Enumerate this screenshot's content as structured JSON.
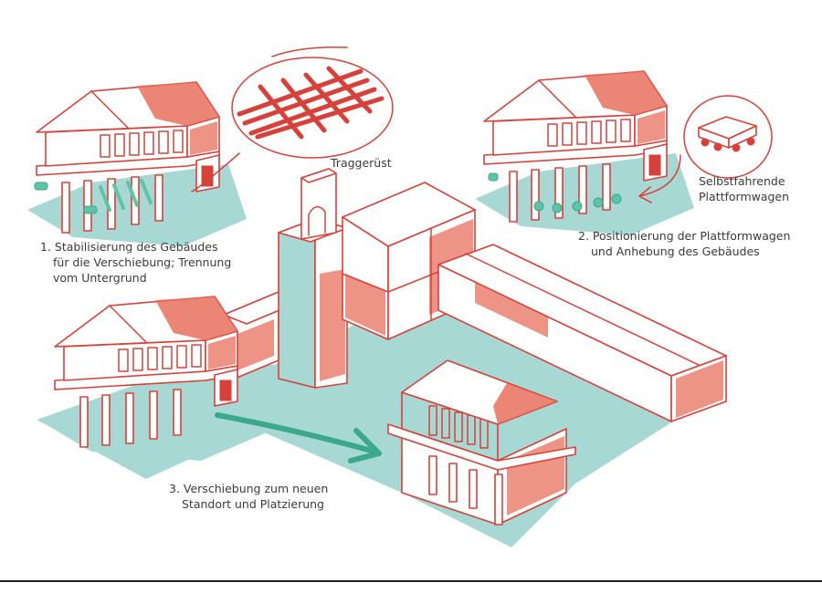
{
  "colors": {
    "outline": "#d8403a",
    "shade": "#e8705d",
    "shade_light": "#f3b3a4",
    "ground": "#a8d8d4",
    "arrow": "#3aa889",
    "roller": "#5fc4a6",
    "text": "#3a3a3a"
  },
  "labels": {
    "traggeruest": "Traggerüst",
    "step1": [
      "1. Stabilisierung des Gebäudes",
      "für die Verschiebung; Trennung",
      "vom Untergrund"
    ],
    "plattform": [
      "Selbstfahrende",
      "Plattformwagen"
    ],
    "step2": [
      "2. Positionierung der Plattformwagen",
      "und Anhebung des Gebäudes"
    ],
    "step3": [
      "3. Verschiebung zum neuen",
      "Standort und Platzierung"
    ]
  }
}
